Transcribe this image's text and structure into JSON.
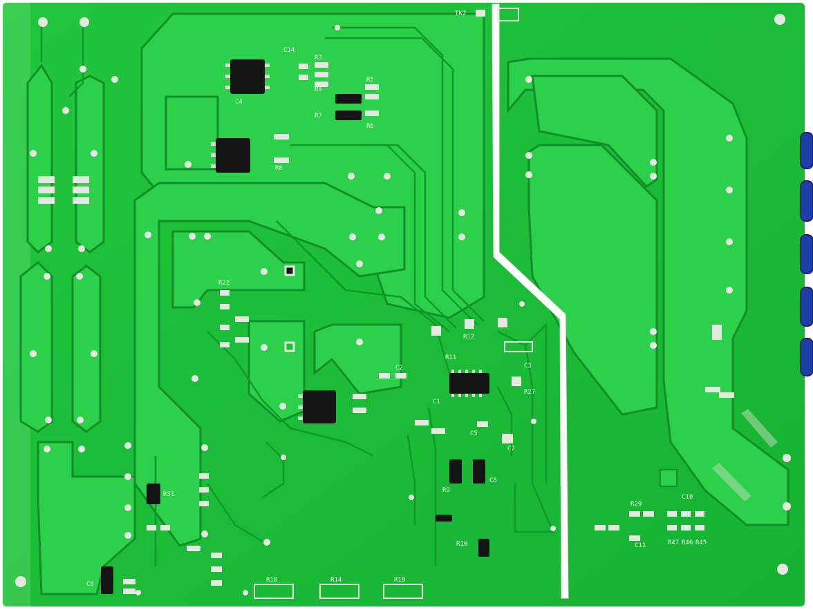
{
  "image": {
    "kind": "photo",
    "subject": "green printed circuit board",
    "colors": {
      "board": "#1fbf3a",
      "board_dark": "#14a52c",
      "copper": "#2fd24c",
      "trace_edge": "#0f8f25",
      "pad": "#e6e9e2",
      "chip": "#141414",
      "silk": "#f4f8ef",
      "connector": "#1f3fa8",
      "isolation_slot": "#ffffff"
    },
    "labels": {
      "top": [
        "TK2"
      ],
      "bottom_connectors": [
        "R18",
        "R14",
        "R19"
      ],
      "left_bottom": [
        "C6",
        "R31"
      ],
      "center": [
        "C1",
        "C2",
        "R11",
        "R12",
        "C3",
        "R27",
        "C5",
        "R9",
        "R10",
        "C8",
        "C7",
        "R22"
      ],
      "right": [
        "R20",
        "C11",
        "R47",
        "R46",
        "R45",
        "C10"
      ],
      "upper_left": [
        "C14",
        "R3",
        "R4",
        "R5",
        "R6",
        "R7",
        "R8",
        "C4"
      ]
    }
  }
}
